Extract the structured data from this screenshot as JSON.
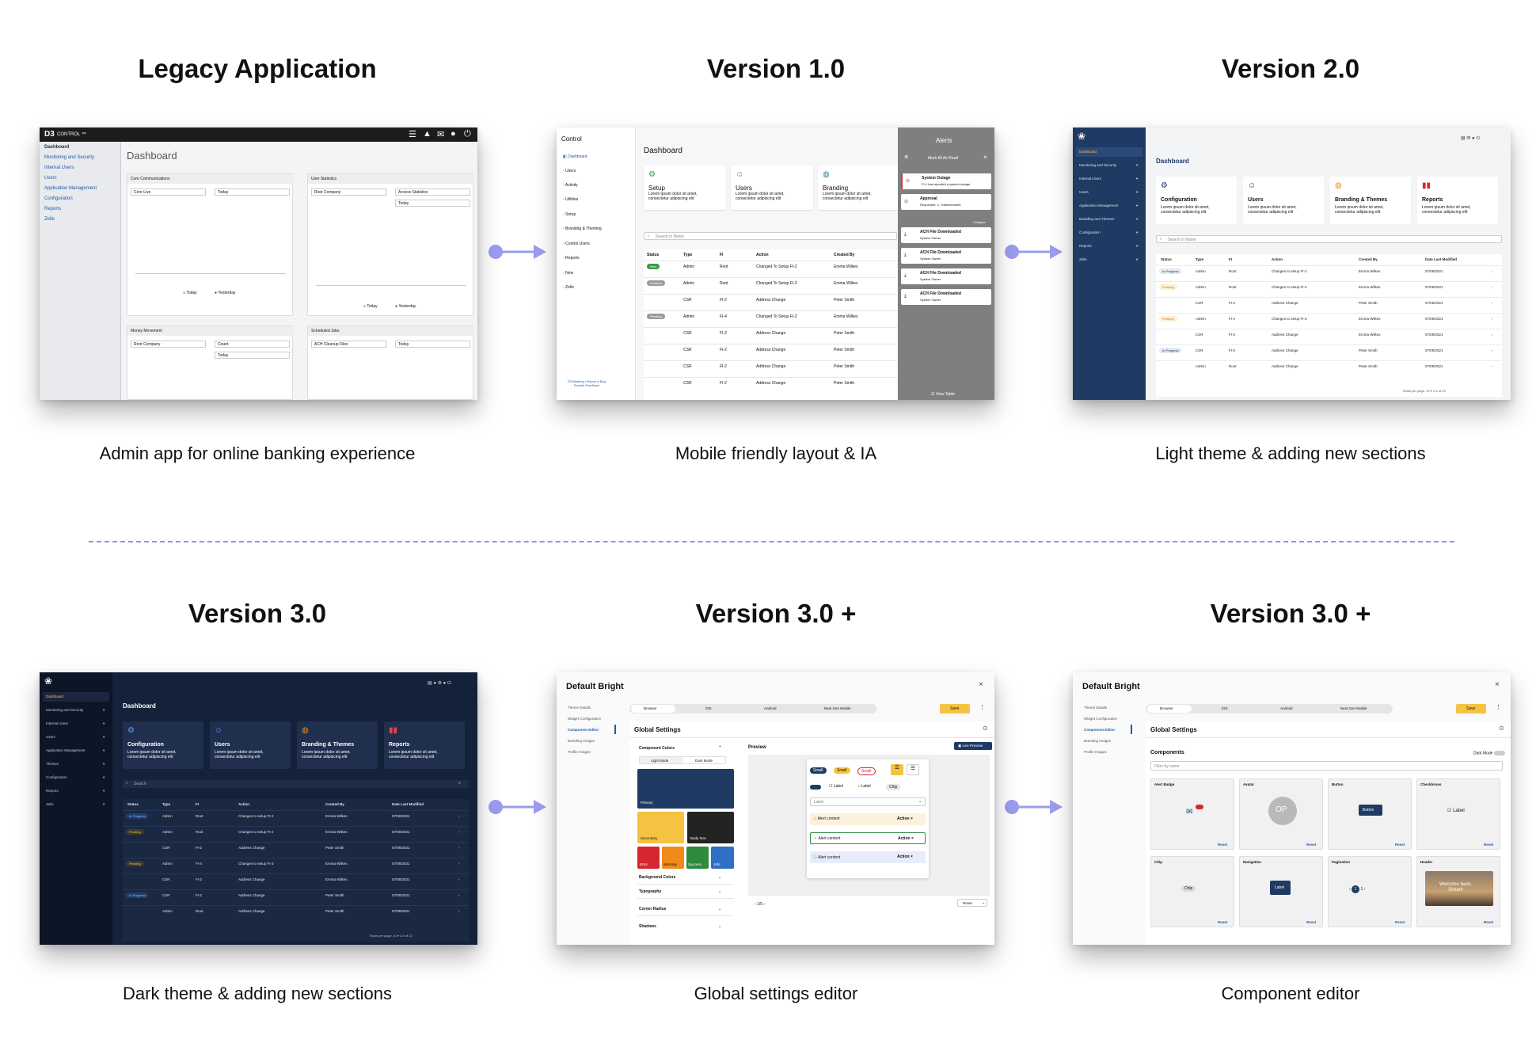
{
  "columns": [
    {
      "title": "Legacy Application",
      "caption": "Admin app for online banking experience"
    },
    {
      "title": "Version 1.0",
      "caption": "Mobile friendly layout & IA"
    },
    {
      "title": "Version 2.0",
      "caption": "Light theme & adding new sections"
    },
    {
      "title": "Version 3.0",
      "caption": "Dark theme & adding new sections"
    },
    {
      "title": "Version 3.0 +",
      "caption": "Global settings editor"
    },
    {
      "title": "Version 3.0 +",
      "caption": "Component editor"
    }
  ],
  "colors": {
    "arrow": "#9c9cf2",
    "divider": "#8f8fe8",
    "navy": "#1f3a63",
    "dark": "#0f1b2f",
    "accent": "#f5c242"
  },
  "legacy": {
    "brand": "D3",
    "brand_sub": "CONTROL ™",
    "nav": [
      "Dashboard",
      "Monitoring and Security",
      "Internal Users",
      "Users",
      "Application Management",
      "Configuration",
      "Reports",
      "Zelle"
    ],
    "page_title": "Dashboard",
    "panels": [
      {
        "title": "Core Communications",
        "selects": [
          "Core Live",
          "Today"
        ]
      },
      {
        "title": "User Statistics",
        "selects": [
          "Root Company",
          "Access Statistics",
          "Today"
        ]
      },
      {
        "title": "Money Movement",
        "selects": [
          "Root Company",
          "Count",
          "Today"
        ]
      },
      {
        "title": "Scheduled Jobs",
        "selects": [
          "ACH Cleanup Files",
          "Today"
        ]
      }
    ],
    "legend": [
      "Today",
      "Yesterday"
    ]
  },
  "v1": {
    "app_title": "Control",
    "nav": [
      "Dashboard",
      "Users",
      "Activity",
      "Utilities",
      "Setup",
      "Branding & Theming",
      "Control Users",
      "Reports",
      "New",
      "Zelle"
    ],
    "footer": "D3 Banking • Report a Bug\nProvide Feedback",
    "page_title": "Dashboard",
    "cards": [
      {
        "title": "Setup",
        "desc": "Lorem ipsum dolor sit amet,\nconsectetur adipiscing elit"
      },
      {
        "title": "Users",
        "desc": "Lorem ipsum dolor sit amet,\nconsectetur adipiscing elit"
      },
      {
        "title": "Branding",
        "desc": "Lorem ipsum dolor sit amet,\nconsectetur adipiscing elit"
      }
    ],
    "search_placeholder": "Search in Name",
    "headers": [
      "Status",
      "Type",
      "FI",
      "Action",
      "Created By"
    ],
    "rows": [
      [
        "New",
        "Admin",
        "Root",
        "Changed To Setup FI-2",
        "Emma Wilkes"
      ],
      [
        "Pending",
        "Admin",
        "Root",
        "Changed To Setup FI-2",
        "Emma Wilkes"
      ],
      [
        "",
        "CSR",
        "FI-2",
        "Address Change",
        "Peter Smith"
      ],
      [
        "Pending",
        "Admin",
        "FI-4",
        "Changed To Setup FI-2",
        "Emma Wilkes"
      ],
      [
        "",
        "CSR",
        "FI-2",
        "Address Change",
        "Peter Smith"
      ],
      [
        "",
        "CSR",
        "FI-2",
        "Address Change",
        "Peter Smith"
      ],
      [
        "",
        "CSR",
        "FI-2",
        "Address Change",
        "Peter Smith"
      ],
      [
        "",
        "CSR",
        "FI-2",
        "Address Change",
        "Peter Smith"
      ]
    ],
    "alerts": {
      "title": "Alerts",
      "mark_all": "Mark All As Read",
      "items": [
        {
          "title": "System Outage",
          "sub": "FI-1 has reported a system outage"
        },
        {
          "title": "Approval",
          "sub": "Requested: C. Hammersmith"
        }
      ],
      "collapse": "Collapse",
      "files": [
        "ACH File Downloaded",
        "ACH File Downloaded",
        "ACH File Downloaded",
        "ACH File Downloaded"
      ],
      "file_sub": "System Owner",
      "view_table": "View Table"
    }
  },
  "v2": {
    "nav": [
      "Dashboard",
      "Monitoring and Security",
      "Internal Users",
      "Users",
      "Application Management",
      "Branding and Themes",
      "Configuration",
      "Reports",
      "Zelle"
    ],
    "page_title": "Dashboard",
    "cards": [
      {
        "title": "Configuration",
        "desc": "Lorem ipsum dolor sit amet,\nconsectetur adipiscing elit"
      },
      {
        "title": "Users",
        "desc": "Lorem ipsum dolor sit amet,\nconsectetur adipiscing elit"
      },
      {
        "title": "Branding & Themes",
        "desc": "Lorem ipsum dolor sit amet,\nconsectetur adipiscing elit"
      },
      {
        "title": "Reports",
        "desc": "Lorem ipsum dolor sit amet,\nconsectetur adipiscing elit"
      }
    ],
    "search_placeholder": "Search in Name",
    "headers": [
      "Status",
      "Type",
      "FI",
      "Action",
      "Created By",
      "Date Last Modified"
    ],
    "rows": [
      [
        "In Progress",
        "Admin",
        "Root",
        "Changes to setup FI-2",
        "Emma Wilkes",
        "07/09/2021"
      ],
      [
        "Pending",
        "Admin",
        "Root",
        "Changes to setup FI-2",
        "Emma Wilkes",
        "07/09/2021"
      ],
      [
        "",
        "CSR",
        "FI-2",
        "Address Change",
        "Peter Smith",
        "07/09/2021"
      ],
      [
        "Pending",
        "Admin",
        "FI-4",
        "Changes to setup FI-3",
        "Emma Wilkes",
        "07/09/2021"
      ],
      [
        "",
        "CSR",
        "FI-2",
        "Address Change",
        "Emma Wilkes",
        "07/09/2021"
      ],
      [
        "In Progress",
        "CSR",
        "FI-2",
        "Address Change",
        "Peter Smith",
        "07/09/2021"
      ],
      [
        "",
        "Admin",
        "Root",
        "Address Change",
        "Peter Smith",
        "07/09/2021"
      ]
    ],
    "pager": "Rows per page: 10 ▾    1-5 of 13"
  },
  "v3": {
    "nav": [
      "Dashboard",
      "Monitoring and Security",
      "Internal Users",
      "Users",
      "Application Management",
      "Themes",
      "Configuration",
      "Reports",
      "Zelle"
    ],
    "page_title": "Dashboard",
    "cards": [
      {
        "title": "Configuration",
        "desc": "Lorem ipsum dolor sit amet,\nconsectetur adipiscing elit"
      },
      {
        "title": "Users",
        "desc": "Lorem ipsum dolor sit amet,\nconsectetur adipiscing elit"
      },
      {
        "title": "Branding & Themes",
        "desc": "Lorem ipsum dolor sit amet,\nconsectetur adipiscing elit"
      },
      {
        "title": "Reports",
        "desc": "Lorem ipsum dolor sit amet,\nconsectetur adipiscing elit"
      }
    ],
    "search_placeholder": "Search",
    "headers": [
      "Status",
      "Type",
      "FI",
      "Action",
      "Created By",
      "Date Last Modified"
    ],
    "rows": [
      [
        "In Progress",
        "Admin",
        "Root",
        "Changes to setup FI-2",
        "Emma Wilkes",
        "07/09/2021"
      ],
      [
        "Pending",
        "Admin",
        "Root",
        "Changes to setup FI-2",
        "Emma Wilkes",
        "07/09/2021"
      ],
      [
        "",
        "CSR",
        "FI-2",
        "Address Change",
        "Peter Smith",
        "07/09/2021"
      ],
      [
        "Pending",
        "Admin",
        "FI-4",
        "Changes to setup FI-3",
        "Emma Wilkes",
        "07/09/2021"
      ],
      [
        "",
        "CSR",
        "FI-2",
        "Address Change",
        "Emma Wilkes",
        "07/09/2021"
      ],
      [
        "In Progress",
        "CSR",
        "FI-2",
        "Address Change",
        "Peter Smith",
        "07/09/2021"
      ],
      [
        "",
        "Admin",
        "Root",
        "Address Change",
        "Peter Smith",
        "07/09/2021"
      ]
    ],
    "pager": "Rows per page: 10 ▾    1-5 of 13"
  },
  "editor_common": {
    "title": "Default Bright",
    "side": [
      "Theme Details",
      "Widget Configuration",
      "Component Editor",
      "Branding Images",
      "Profile Images"
    ],
    "tabs": [
      "Browser",
      "iOS",
      "Android",
      "Next Gen Mobile"
    ],
    "save": "Save"
  },
  "global": {
    "heading": "Global Settings",
    "component_colors": "Component Colors",
    "modes": [
      "Light Mode",
      "Dark Mode"
    ],
    "swatches": {
      "primary": "Primary",
      "secondary": "Secondary",
      "body_text": "Body Text",
      "error": "Error",
      "warning": "Warning",
      "success": "Success",
      "info": "Info"
    },
    "sections": [
      "Background Colors",
      "Typography",
      "Corner Radius",
      "Shadows"
    ],
    "preview": "Preview",
    "live_preview": "Live Preview",
    "chips": [
      "Small",
      "Small",
      "Small"
    ],
    "checks": [
      "Label",
      "Label",
      "Chip"
    ],
    "input_label": "Label",
    "alerts": [
      "Alert content",
      "Alert content",
      "Alert content"
    ],
    "alert_action": "Action",
    "pager": "1/5",
    "reset": "Reset"
  },
  "component": {
    "heading": "Global Settings",
    "sub": "Components",
    "dark_mode": "Dark Mode",
    "filter_placeholder": "Filter by name",
    "tiles": [
      {
        "name": "Alert Badge",
        "reset": "Reset"
      },
      {
        "name": "Avatar",
        "reset": "Reset",
        "initials": "OP"
      },
      {
        "name": "Button",
        "reset": "Reset",
        "button": "Button"
      },
      {
        "name": "Checkboxes",
        "reset": "Reset",
        "label": "Label"
      },
      {
        "name": "Chip",
        "reset": "Reset",
        "chip": "Chip"
      },
      {
        "name": "Navigation",
        "reset": "Reset",
        "label": "Label"
      },
      {
        "name": "Pagination",
        "reset": "Reset",
        "page": "1"
      },
      {
        "name": "Header",
        "reset": "Reset",
        "welcome": "Welcome back,\nSimon!"
      }
    ]
  }
}
